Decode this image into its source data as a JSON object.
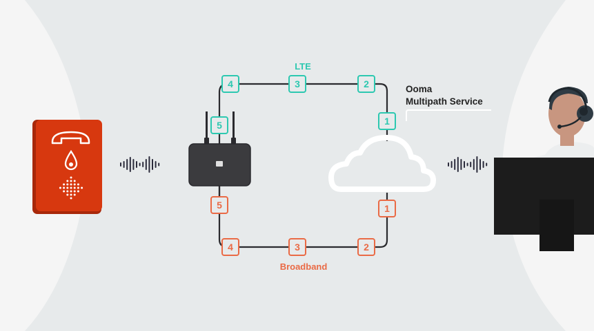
{
  "colors": {
    "background": "#e7eaeb",
    "side_panels": "#f5f5f5",
    "lte": "#2cc8b0",
    "broadband": "#ea6a45",
    "line": "#2a2a2e",
    "panic_button": "#d7380f",
    "panic_button_shadow": "#a8280a",
    "router": "#3b3b3e",
    "monitor": "#1c1c1c",
    "cloud": "#ffffff",
    "skin": "#c89680",
    "hair": "#2f3b44"
  },
  "diagram": {
    "lte_label": "LTE",
    "broadband_label": "Broadband",
    "service_label_line1": "Ooma",
    "service_label_line2": "Multipath Service",
    "lte_hops": [
      "1",
      "2",
      "3",
      "4",
      "5"
    ],
    "broadband_hops": [
      "1",
      "2",
      "3",
      "4",
      "5"
    ],
    "icons": {
      "panic_button": "emergency-call-button-icon",
      "router": "router-icon",
      "cloud": "cloud-icon",
      "agent": "call-center-agent-icon",
      "sound_waves": "sound-wave-icon"
    }
  }
}
